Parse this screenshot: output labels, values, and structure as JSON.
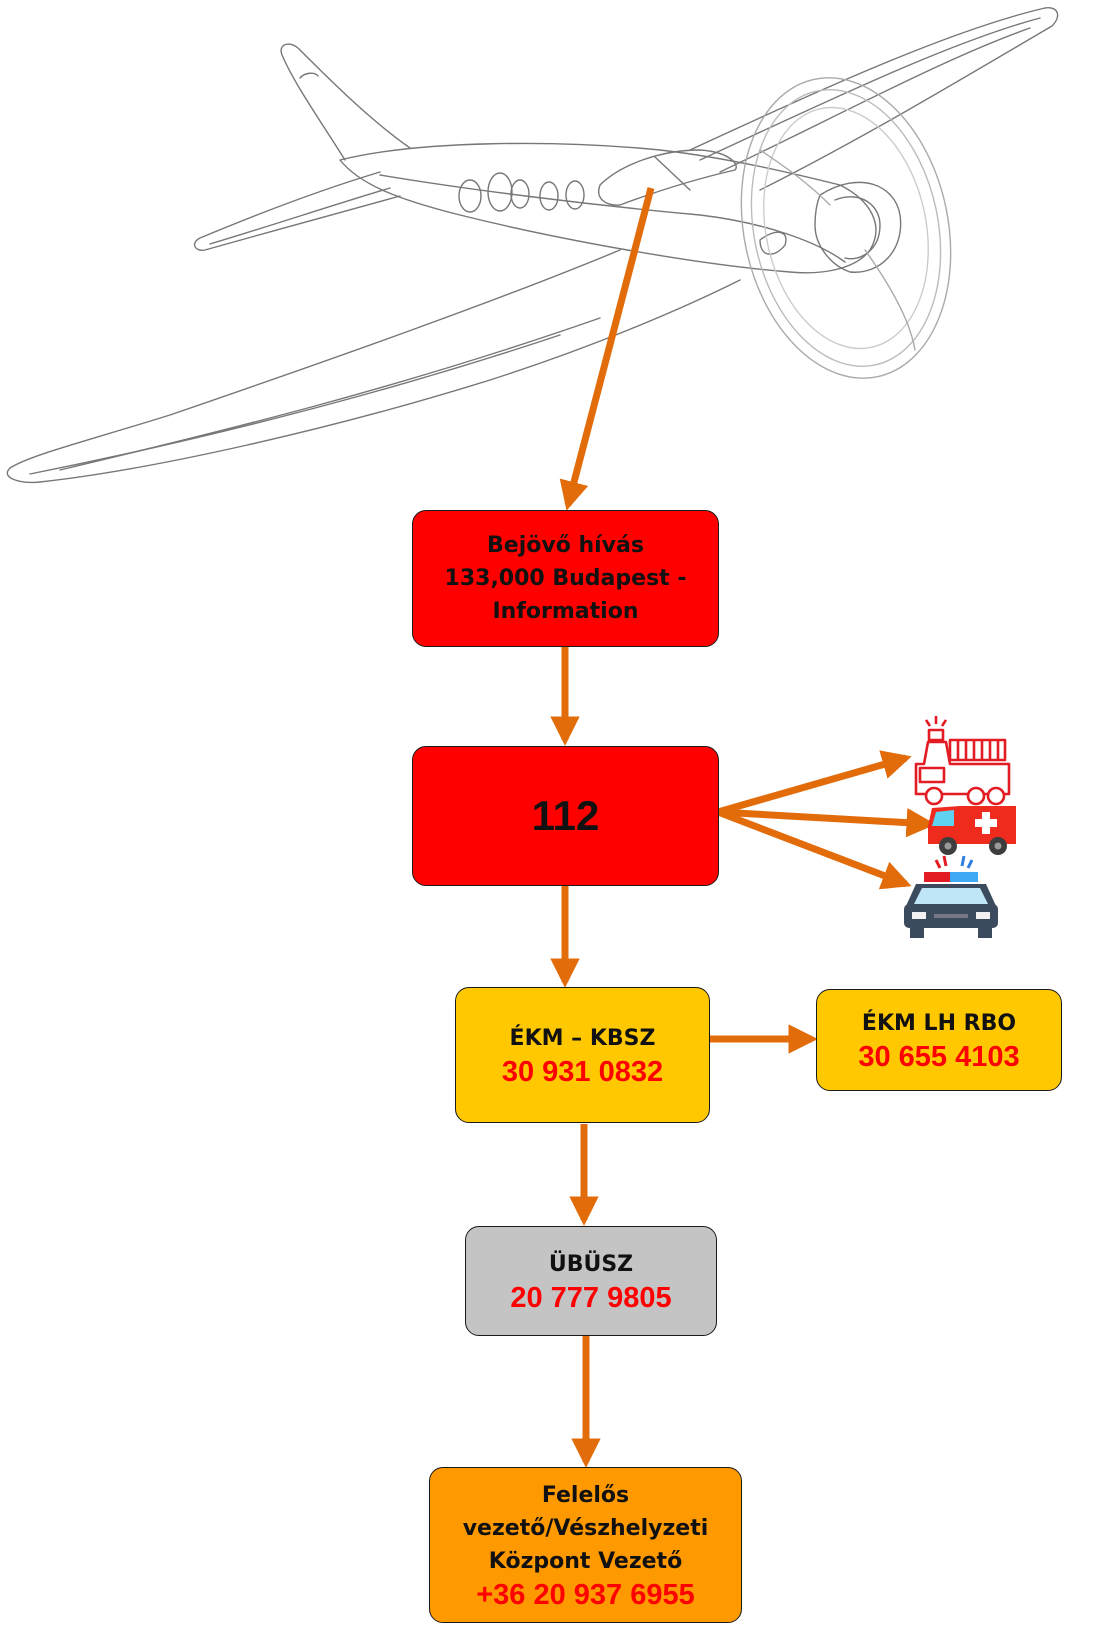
{
  "nodes": {
    "incoming": {
      "lines": [
        "Bejövő hívás",
        "133,000  Budapest -",
        "Information"
      ]
    },
    "emergency": {
      "label": "112"
    },
    "ekm_kbsz": {
      "title": "ÉKM – KBSZ",
      "phone": "30 931 0832"
    },
    "ekm_lh_rbo": {
      "title": "ÉKM LH RBO",
      "phone": "30 655 4103"
    },
    "ubusz": {
      "title": "ÜBÜSZ",
      "phone": "20 777 9805"
    },
    "manager": {
      "lines": [
        "Felelős vezető/Vészhelyzeti",
        "Központ Vezető"
      ],
      "phone": "+36 20 937 6955"
    }
  },
  "icons": [
    "airplane-sketch",
    "fire-truck-icon",
    "ambulance-icon",
    "police-car-icon"
  ],
  "colors": {
    "arrow": "#e36c0a",
    "red_box": "#ff0000",
    "yellow_box": "#ffc800",
    "grey_box": "#c4c4c4",
    "orange_box": "#ff9900",
    "phone_text": "#ff0000"
  }
}
